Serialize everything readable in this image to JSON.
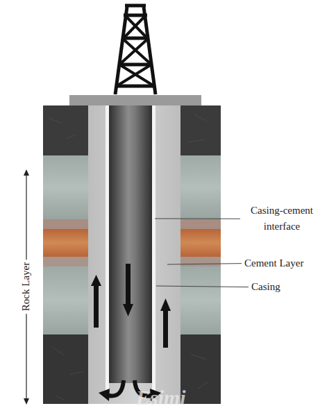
{
  "diagram": {
    "labels": [
      "Casing-cement interface",
      "Cement Layer",
      "Casing",
      "Rock Layer",
      "Esimi"
    ]
  }
}
